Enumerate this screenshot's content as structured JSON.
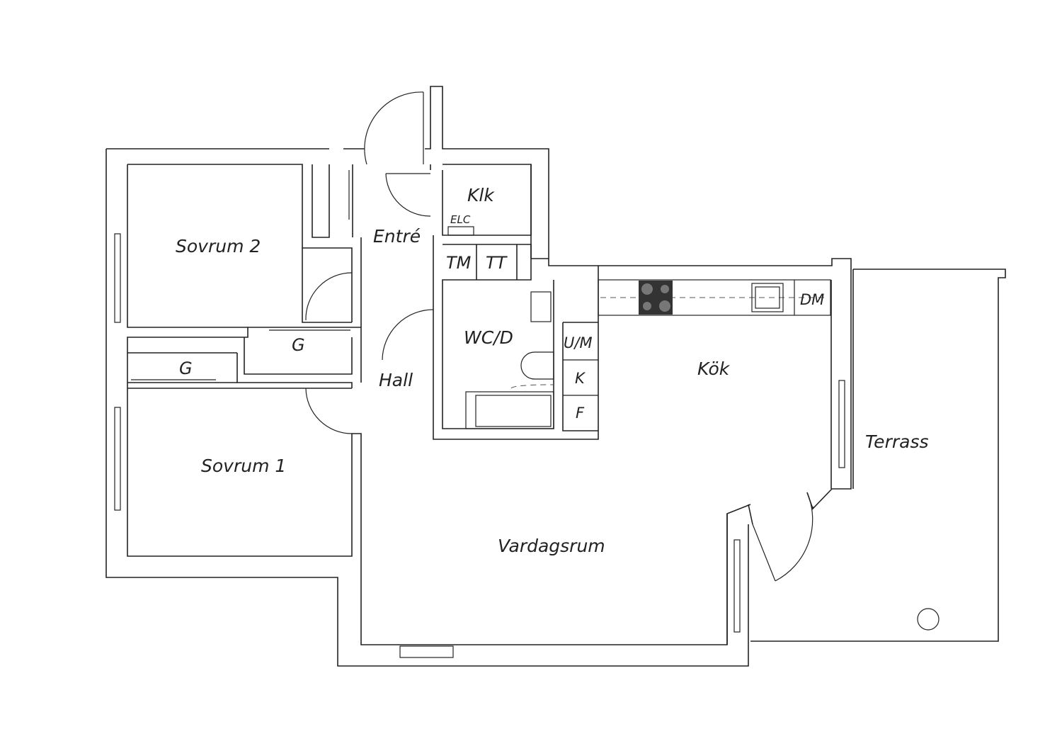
{
  "rooms": {
    "sovrum2": "Sovrum 2",
    "sovrum1": "Sovrum 1",
    "entre": "Entré",
    "klk": "Klk",
    "elc": "ELC",
    "tm": "TM",
    "tt": "TT",
    "wc": "WC/D",
    "hall": "Hall",
    "g_upper": "G",
    "g_lower": "G",
    "kok": "Kök",
    "um": "U/M",
    "k": "K",
    "f": "F",
    "dm": "DM",
    "terrass": "Terrass",
    "vardagsrum": "Vardagsrum"
  },
  "colors": {
    "stroke": "#222222",
    "hob": "#333333"
  }
}
